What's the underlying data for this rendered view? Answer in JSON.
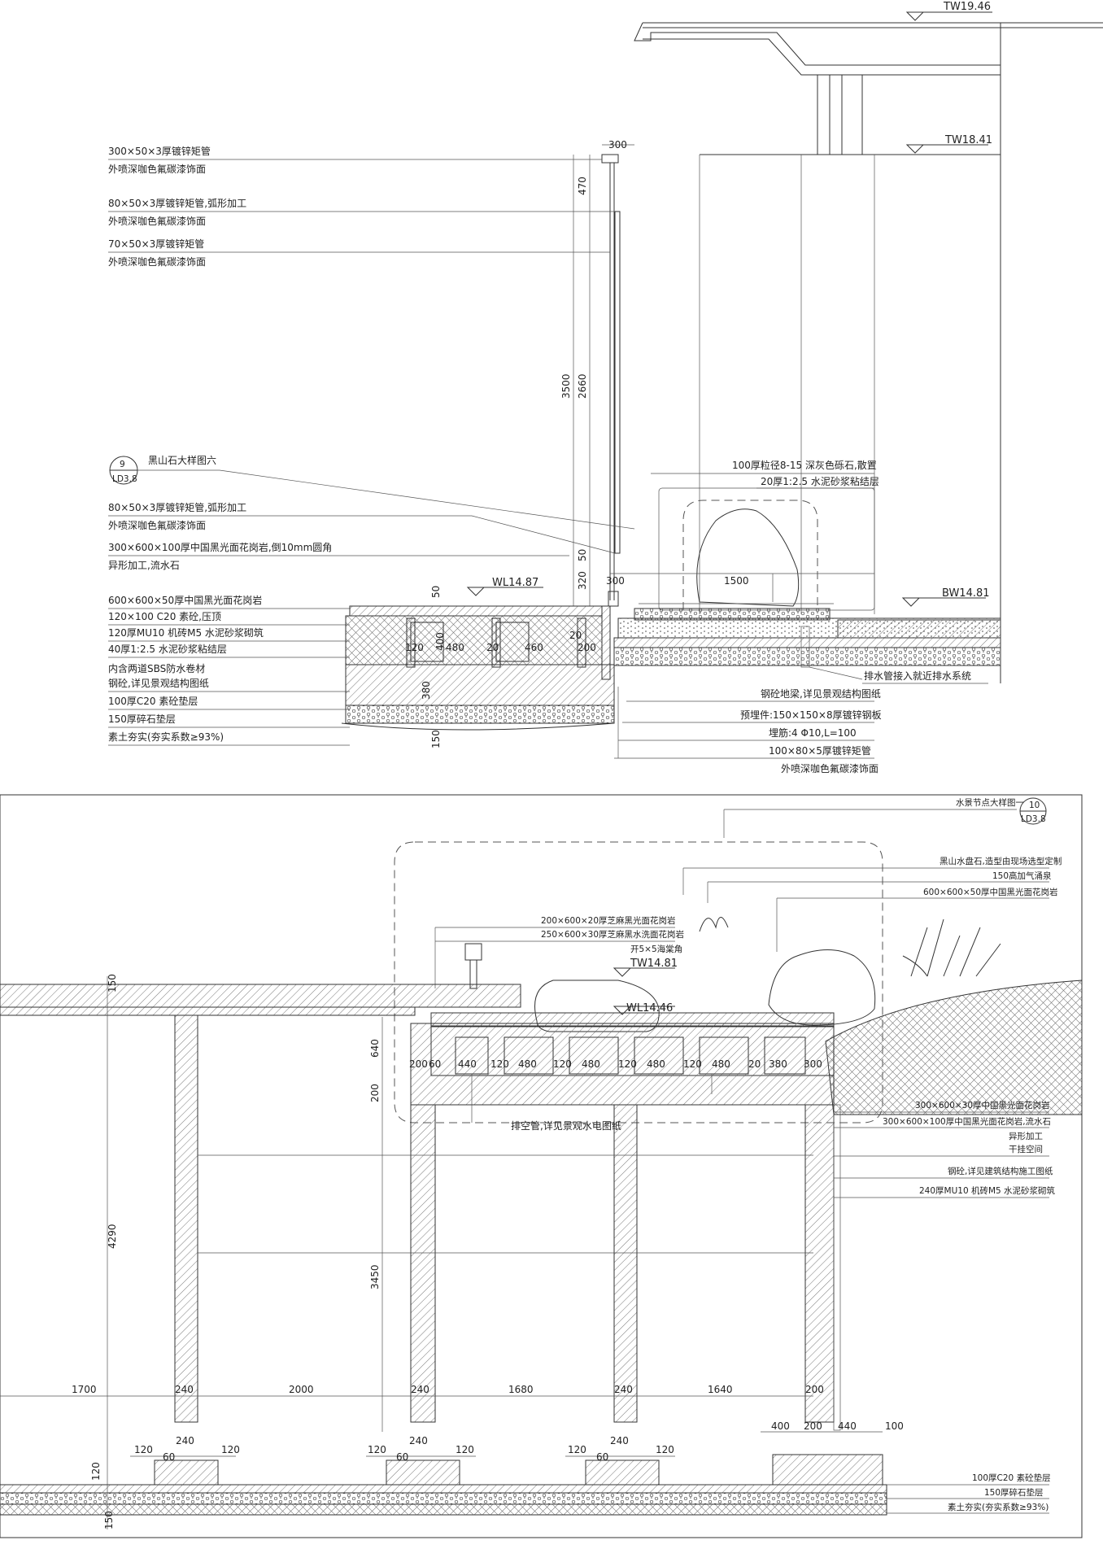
{
  "top": {
    "levels": {
      "tw1946": "TW19.46",
      "tw1841": "TW18.41",
      "wl1487": "WL14.87",
      "bw1481": "BW14.81"
    },
    "left_notes": [
      [
        "300×50×3厚镀锌矩管",
        "外喷深咖色氟碳漆饰面"
      ],
      [
        "80×50×3厚镀锌矩管,弧形加工",
        "外喷深咖色氟碳漆饰面"
      ],
      [
        "70×50×3厚镀锌矩管",
        "外喷深咖色氟碳漆饰面"
      ]
    ],
    "callout": {
      "num": "9",
      "ref": "LD3.8",
      "label": "黑山石大样图六"
    },
    "mid_notes": [
      [
        "80×50×3厚镀锌矩管,弧形加工",
        "外喷深咖色氟碳漆饰面"
      ],
      [
        "300×600×100厚中国黑光面花岗岩,倒10mm圆角",
        "异形加工,流水石"
      ]
    ],
    "layer_notes": [
      "600×600×50厚中国黑光面花岗岩",
      "120×100 C20 素砼,压顶",
      "120厚MU10 机砖M5 水泥砂浆砌筑",
      "40厚1:2.5 水泥砂浆粘结层",
      "内含两道SBS防水卷材",
      "钢砼,详见景观结构图纸",
      "100厚C20 素砼垫层",
      "150厚碎石垫层",
      "素土夯实(夯实系数≥93%)"
    ],
    "right_notes_top": [
      "100厚粒径8-15 深灰色砾石,散置",
      "20厚1:2.5 水泥砂浆粘结层"
    ],
    "right_notes_bottom": [
      "排水管接入就近排水系统",
      "钢砼地梁,详见景观结构图纸",
      "预埋件:150×150×8厚镀锌钢板",
      "埋筋:4 Φ10,L=100",
      "100×80×5厚镀锌矩管",
      "外喷深咖色氟碳漆饰面"
    ],
    "dims": {
      "d300a": "300",
      "d470": "470",
      "d3500": "3500",
      "d2660": "2660",
      "d320": "320",
      "d50a": "50",
      "d50b": "50",
      "d300b": "300",
      "d1500": "1500",
      "d120": "120",
      "d480": "480",
      "d20a": "20",
      "d460": "460",
      "d20b": "20",
      "d200": "200",
      "d400": "400",
      "d380": "380",
      "d150": "150"
    }
  },
  "bottom": {
    "callout": {
      "label": "水景节点大样图一",
      "num": "10",
      "ref": "LD3.8"
    },
    "levels": {
      "tw1481": "TW14.81",
      "wl1446": "WL14.46"
    },
    "notes_top": [
      "黑山水盘石,造型由现场选型定制",
      "150高加气涌泉",
      "600×600×50厚中国黑光面花岗岩"
    ],
    "notes_mid": [
      "200×600×20厚芝麻黑光面花岗岩",
      "250×600×30厚芝麻黑水洗面花岗岩",
      "开5×5海棠角"
    ],
    "pipe_note": "排空管,详见景观水电图纸",
    "notes_right": [
      "300×600×30厚中国黑光面花岗岩",
      "300×600×100厚中国黑光面花岗岩,流水石",
      "异形加工",
      "干挂空间",
      "钢砼,详见建筑结构施工图纸",
      "240厚MU10 机砖M5 水泥砂浆砌筑"
    ],
    "notes_base": [
      "100厚C20 素砼垫层",
      "150厚碎石垫层",
      "素土夯实(夯实系数≥93%)"
    ],
    "dims": {
      "d200a": "200",
      "d60a": "60",
      "d440a": "440",
      "d120a": "120",
      "d480a": "480",
      "d120b": "120",
      "d480b": "480",
      "d120c": "120",
      "d480c": "480",
      "d120d": "120",
      "d480d": "480",
      "d20": "20",
      "d380": "380",
      "d300": "300",
      "d640": "640",
      "d200v": "200",
      "d4290": "4290",
      "d3450": "3450",
      "d150v": "150",
      "s1700": "1700",
      "s240a": "240",
      "s2000": "2000",
      "s240b": "240",
      "s1680": "1680",
      "s240c": "240",
      "s1640": "1640",
      "s200": "200",
      "f120a": "120",
      "f60a": "60",
      "f240a": "240",
      "f120b": "120",
      "f120c": "120",
      "f60b": "60",
      "f240b": "240",
      "f120d": "120",
      "f120e": "120",
      "f60c": "60",
      "f240c": "240",
      "f120f": "120",
      "r400": "400",
      "r200": "200",
      "r440": "440",
      "r100": "100",
      "v120": "120",
      "v150": "150"
    }
  }
}
